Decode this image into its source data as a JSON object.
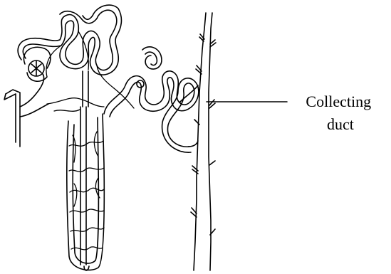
{
  "diagram": {
    "labels": [
      {
        "id": "collecting-duct",
        "lines": [
          "Collecting",
          "duct"
        ]
      }
    ],
    "colors": {
      "ink": "#000000",
      "background": "#ffffff"
    }
  }
}
